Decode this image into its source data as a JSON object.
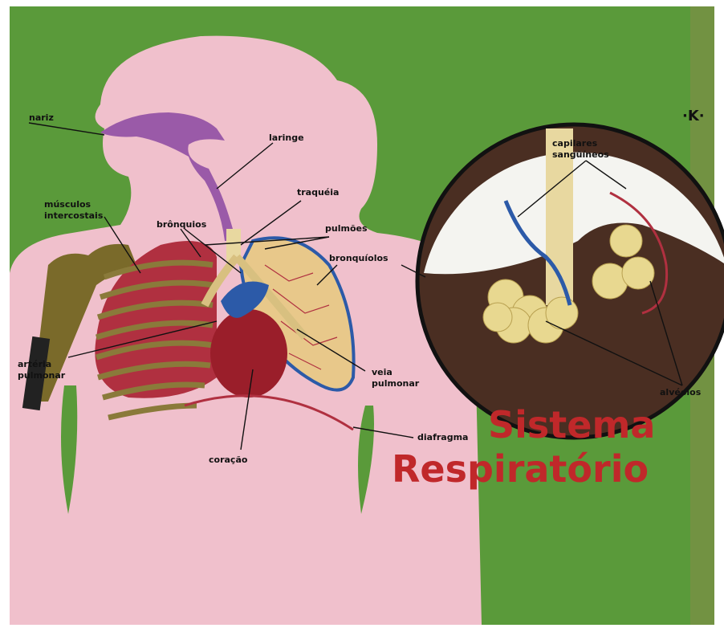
{
  "title": {
    "line1": "Sistema",
    "line2": "Respiratório"
  },
  "logo": "·K·",
  "labels": {
    "nariz": "nariz",
    "laringe": "laringe",
    "traqueia": "traquéia",
    "musculos1": "músculos",
    "musculos2": "intercostais",
    "bronquios": "brônquios",
    "pulmoes": "pulmões",
    "bronquiolos": "bronquíolos",
    "capilares1": "capilares",
    "capilares2": "sangüíneos",
    "arteria1": "artéria",
    "arteria2": "pulmonar",
    "veia1": "veia",
    "veia2": "pulmonar",
    "coracao": "coração",
    "diafragma": "diafragma",
    "alveolos": "alvéolos"
  },
  "colors": {
    "background": "#5a9a3a",
    "body": "#f0c0cc",
    "lung": "#b03040",
    "rib": "#8a7a3a",
    "title": "#c0282a",
    "heart": "#9a1e2a",
    "artery": "#2c5aa8"
  }
}
